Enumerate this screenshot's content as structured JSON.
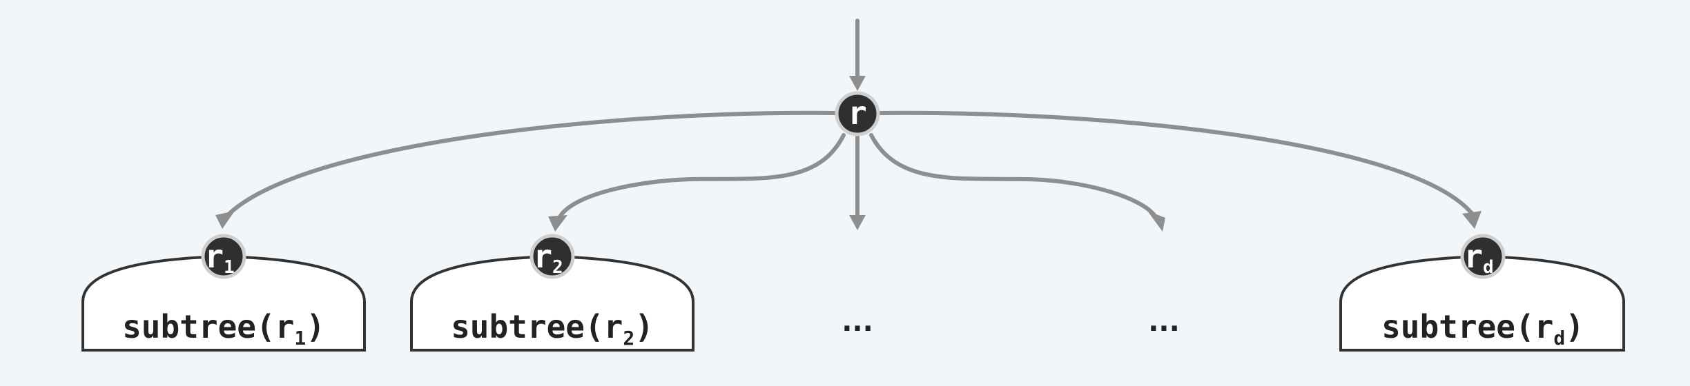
{
  "root": {
    "label": "r"
  },
  "children": [
    {
      "label": "r",
      "sub": "1",
      "subtree_prefix": "subtree(r",
      "subtree_sub": "1",
      "subtree_suffix": ")"
    },
    {
      "label": "r",
      "sub": "2",
      "subtree_prefix": "subtree(r",
      "subtree_sub": "2",
      "subtree_suffix": ")"
    },
    {
      "label": "r",
      "sub": "d",
      "subtree_prefix": "subtree(r",
      "subtree_sub": "d",
      "subtree_suffix": ")"
    }
  ],
  "ellipses": [
    "...",
    "..."
  ],
  "colors": {
    "background": "#f1f6fa",
    "edge": "#8e8e8e",
    "node_fill": "#2f2f2f",
    "node_border": "#cfcfcf",
    "box_border": "#333333"
  }
}
